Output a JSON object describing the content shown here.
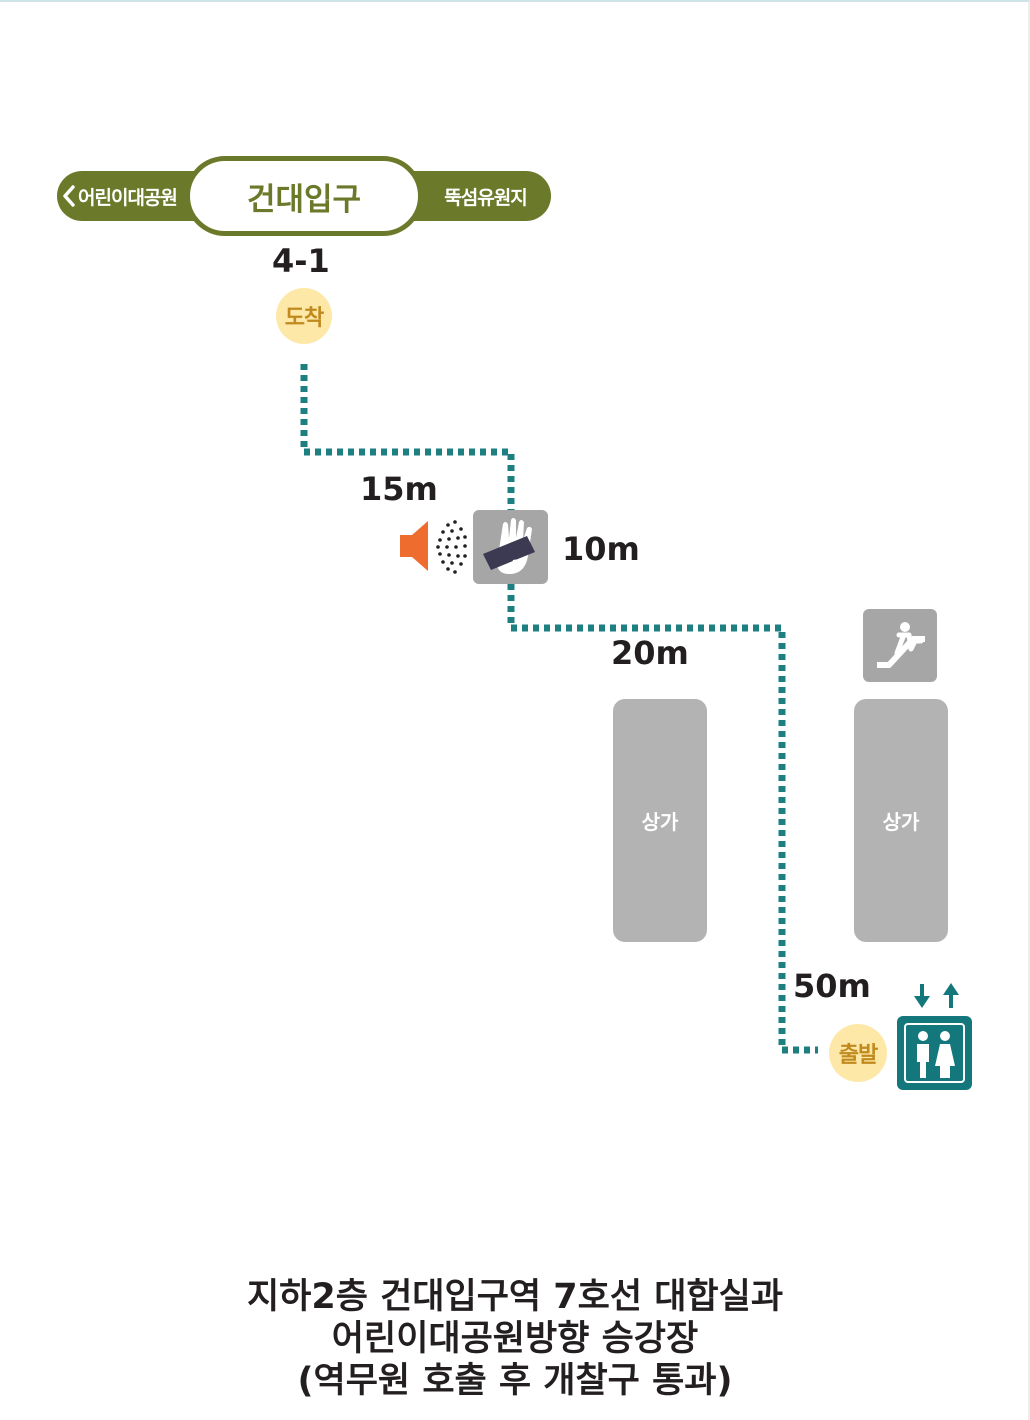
{
  "station": {
    "name": "건대입구",
    "prev": "어린이대공원",
    "next": "뚝섬유원지"
  },
  "exit_number": "4-1",
  "arrive_label": "도착",
  "depart_label": "출발",
  "distances": {
    "first": "15m",
    "second": "10m",
    "third": "20m",
    "fourth": "50m"
  },
  "shops": [
    "상가",
    "상가"
  ],
  "caption": {
    "line1": "지하2층 건대입구역 7호선 대합실과",
    "line2": "어린이대공원방향 승강장",
    "line3": "(역무원 호출 후 개찰구 통과)"
  },
  "colors": {
    "line": "#6b7a2a",
    "route": "#1e7f80",
    "badge": "#fde8a8",
    "shop": "#b3b3b3",
    "speaker": "#ef6c2f",
    "elevator": "#13777b"
  },
  "icons": {
    "speaker": "speaker-icon",
    "gate": "ticket-gate-icon",
    "escalator": "escalator-icon",
    "elevator": "elevator-icon"
  }
}
